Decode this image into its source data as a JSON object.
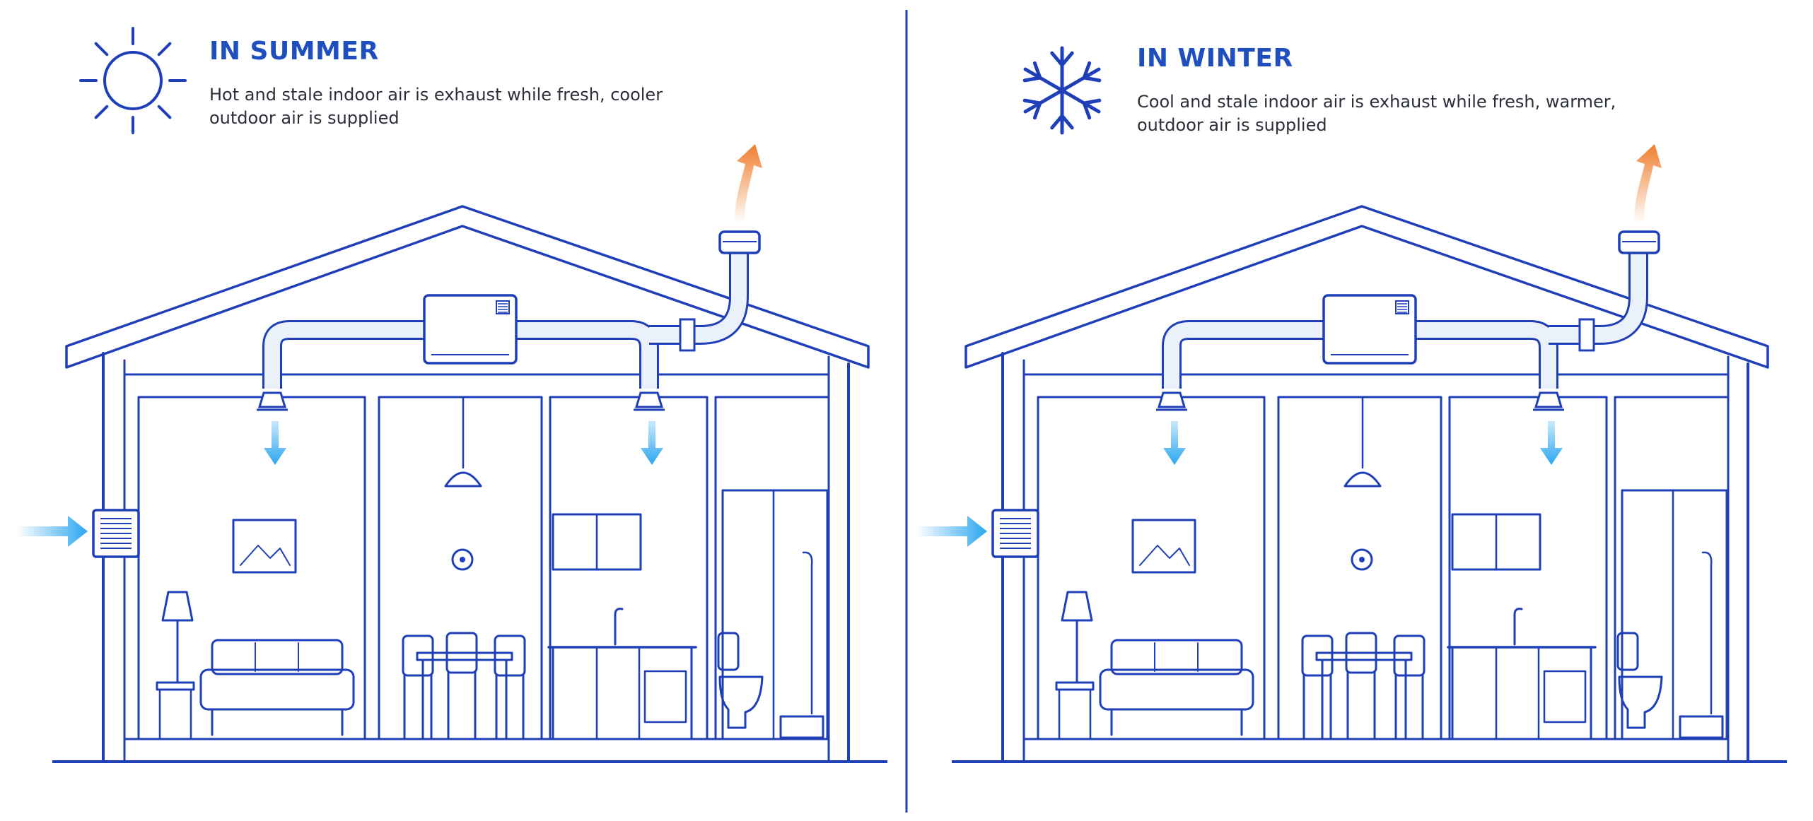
{
  "colors": {
    "line": "#1f3fb8",
    "text_title": "#1f4fbf",
    "text_desc": "#2b2f3a",
    "supply_arrow": "#2aa6f0",
    "exhaust_arrow": "#f07e2e",
    "duct_fill": "#eaf1fb"
  },
  "panels": [
    {
      "key": "summer",
      "icon": "sun-icon",
      "title": "IN SUMMER",
      "description": "Hot and stale indoor air is exhaust while fresh, cooler outdoor air is supplied"
    },
    {
      "key": "winter",
      "icon": "snowflake-icon",
      "title": "IN WINTER",
      "description": "Cool and stale indoor air is exhaust while fresh,  warmer, outdoor air is supplied"
    }
  ]
}
